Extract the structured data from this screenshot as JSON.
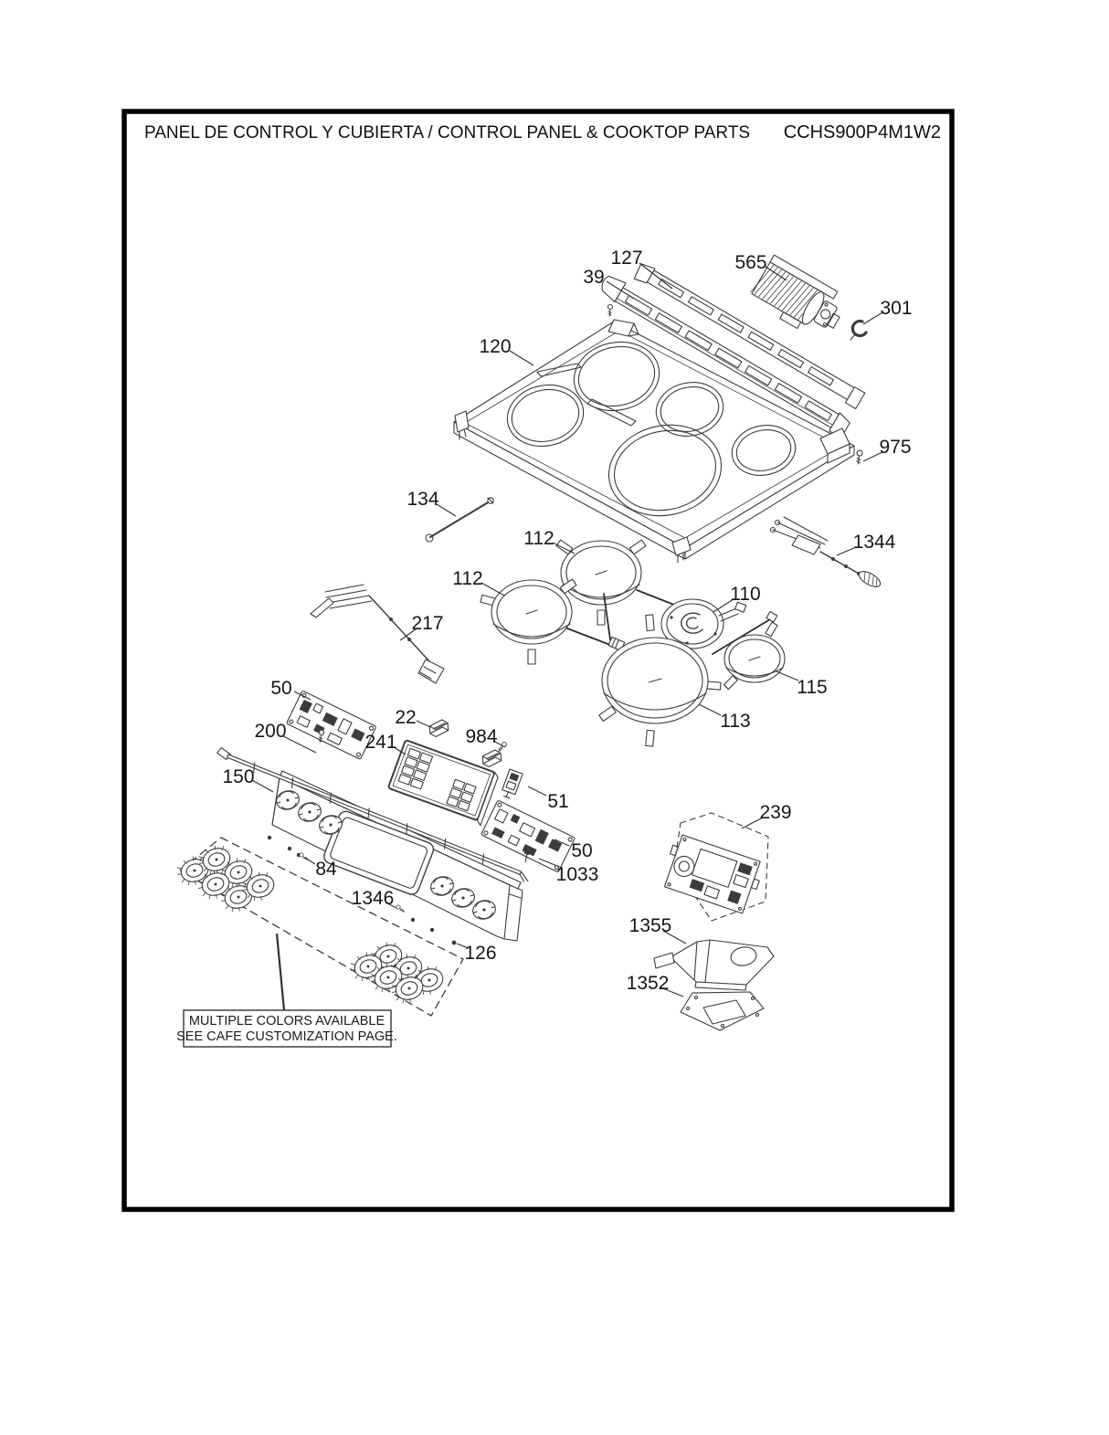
{
  "header": {
    "title": "PANEL DE CONTROL Y CUBIERTA / CONTROL PANEL & COOKTOP PARTS",
    "model": "CCHS900P4M1W2"
  },
  "note": {
    "line1": "MULTIPLE COLORS AVAILABLE",
    "line2": "SEE CAFE CUSTOMIZATION PAGE."
  },
  "callouts": {
    "c127": "127",
    "c39": "39",
    "c565": "565",
    "c301": "301",
    "c120": "120",
    "c975": "975",
    "c134": "134",
    "c112a": "112",
    "c112b": "112",
    "c1344": "1344",
    "c110": "110",
    "c217": "217",
    "c115": "115",
    "c113": "113",
    "c50a": "50",
    "c22": "22",
    "c984": "984",
    "c200": "200",
    "c241": "241",
    "c150": "150",
    "c51": "51",
    "c50b": "50",
    "c84": "84",
    "c1033": "1033",
    "c1346": "1346",
    "c126": "126",
    "c239": "239",
    "c1355": "1355",
    "c1352": "1352"
  }
}
